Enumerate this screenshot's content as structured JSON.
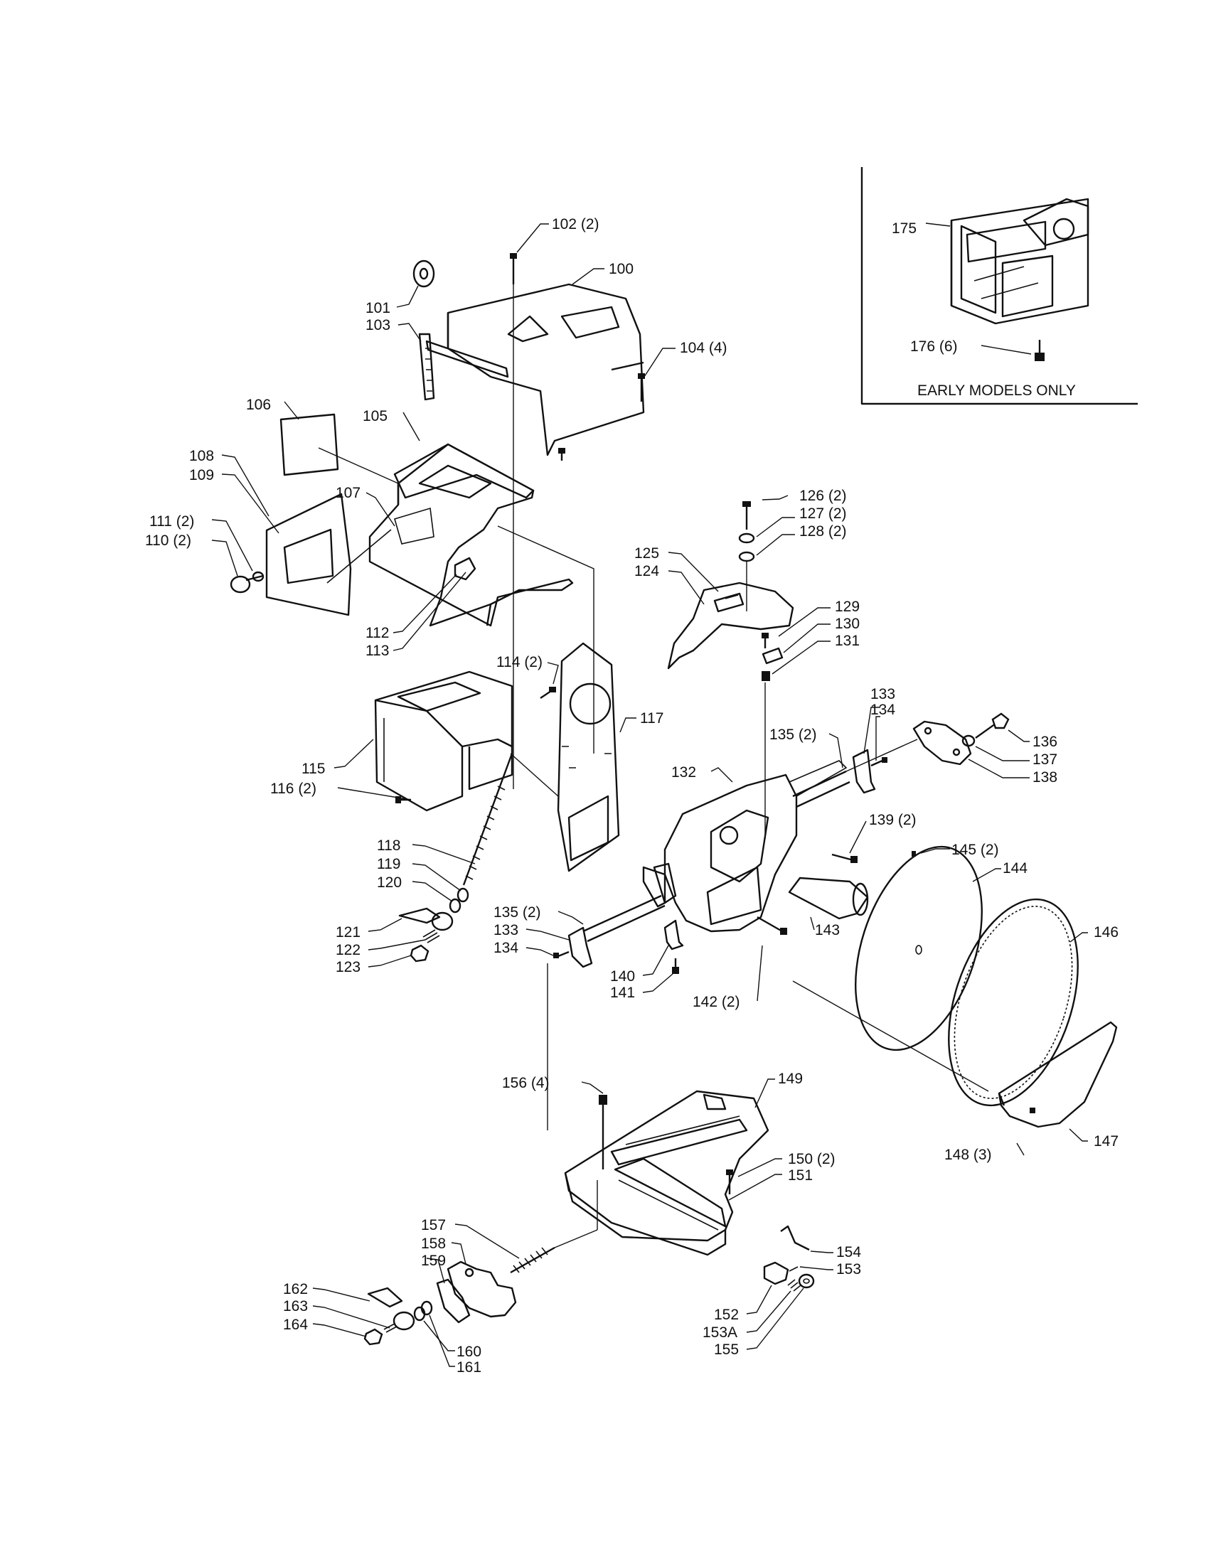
{
  "inset": {
    "caption": "EARLY MODELS ONLY"
  },
  "labels": {
    "p100": "100",
    "p101": "101",
    "p102": "102 (2)",
    "p103": "103",
    "p104": "104 (4)",
    "p105": "105",
    "p106": "106",
    "p107": "107",
    "p108": "108",
    "p109": "109",
    "p110": "110 (2)",
    "p111": "111 (2)",
    "p112": "112",
    "p113": "113",
    "p114": "114 (2)",
    "p115": "115",
    "p116": "116 (2)",
    "p117": "117",
    "p118": "118",
    "p119": "119",
    "p120": "120",
    "p121": "121",
    "p122": "122",
    "p123": "123",
    "p124": "124",
    "p125": "125",
    "p126": "126 (2)",
    "p127": "127 (2)",
    "p128": "128 (2)",
    "p129": "129",
    "p130": "130",
    "p131": "131",
    "p132": "132",
    "p133a": "133",
    "p134a": "134",
    "p135a": "135 (2)",
    "p133b": "133",
    "p134b": "134",
    "p135b": "135 (2)",
    "p136": "136",
    "p137": "137",
    "p138": "138",
    "p139": "139 (2)",
    "p140": "140",
    "p141": "141",
    "p142": "142 (2)",
    "p143": "143",
    "p144": "144",
    "p145": "145 (2)",
    "p146": "146",
    "p147": "147",
    "p148": "148 (3)",
    "p149": "149",
    "p150": "150 (2)",
    "p151": "151",
    "p152": "152",
    "p153": "153",
    "p153A": "153A",
    "p154": "154",
    "p155": "155",
    "p156": "156 (4)",
    "p157": "157",
    "p158": "158",
    "p159": "159",
    "p160": "160",
    "p161": "161",
    "p162": "162",
    "p163": "163",
    "p164": "164",
    "p175": "175",
    "p176": "176 (6)"
  }
}
